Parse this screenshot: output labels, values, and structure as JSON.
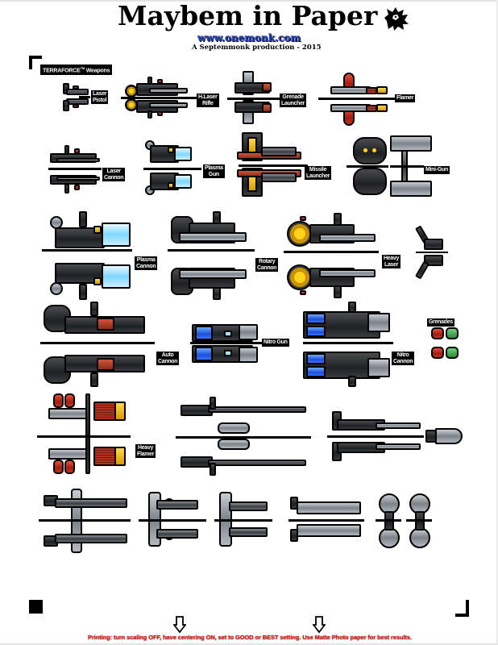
{
  "header": {
    "title": "Maybem in Paper",
    "url": "www.onemonk.com",
    "byline": "A Septemmonk production - 2015",
    "logo_icon": "griffin-icon"
  },
  "section": {
    "label": "TERRAFORCE",
    "trademark": "TM",
    "label_suffix": "Weapons"
  },
  "weapons": [
    {
      "id": "laser-pistol",
      "label": "Laser\nPistol"
    },
    {
      "id": "laser-rifle",
      "label": "H.Laser\nRifle"
    },
    {
      "id": "grenade-launcher",
      "label": "Grenade\nLauncher"
    },
    {
      "id": "flamer",
      "label": "Flamer"
    },
    {
      "id": "laser-cannon",
      "label": "Laser\nCannon"
    },
    {
      "id": "plasma-gun",
      "label": "Plasma\nGun"
    },
    {
      "id": "missile-launcher",
      "label": "Missile\nLauncher"
    },
    {
      "id": "mini-gun",
      "label": "Mini-Gun"
    },
    {
      "id": "plasma-cannon",
      "label": "Plasma\nCannon"
    },
    {
      "id": "rotary-cannon",
      "label": "Rotary\nCannon"
    },
    {
      "id": "heavy-laser",
      "label": "Heavy\nLaser"
    },
    {
      "id": "auto-cannon",
      "label": "Auto\nCannon"
    },
    {
      "id": "nitro-gun",
      "label": "Nitro Gun"
    },
    {
      "id": "nitro-cannon",
      "label": "Nitro\nCannon"
    },
    {
      "id": "grenades",
      "label": "Grenades"
    },
    {
      "id": "heavy-flamer",
      "label": "Heavy\nFlamer"
    }
  ],
  "footer": {
    "instructions": "Printing: turn scaling OFF, have centering ON, set to GOOD or BEST setting. Use Matte Photo paper for best results.",
    "arrow_icon": "arrow-down-icon"
  },
  "colors": {
    "title": "#000000",
    "url": "#1f3fc4",
    "footer_text": "#e0201a",
    "accent_red": "#c13322",
    "accent_yellow": "#ffd84a",
    "accent_blue": "#1e4fd8",
    "accent_green": "#2d8a3a"
  }
}
